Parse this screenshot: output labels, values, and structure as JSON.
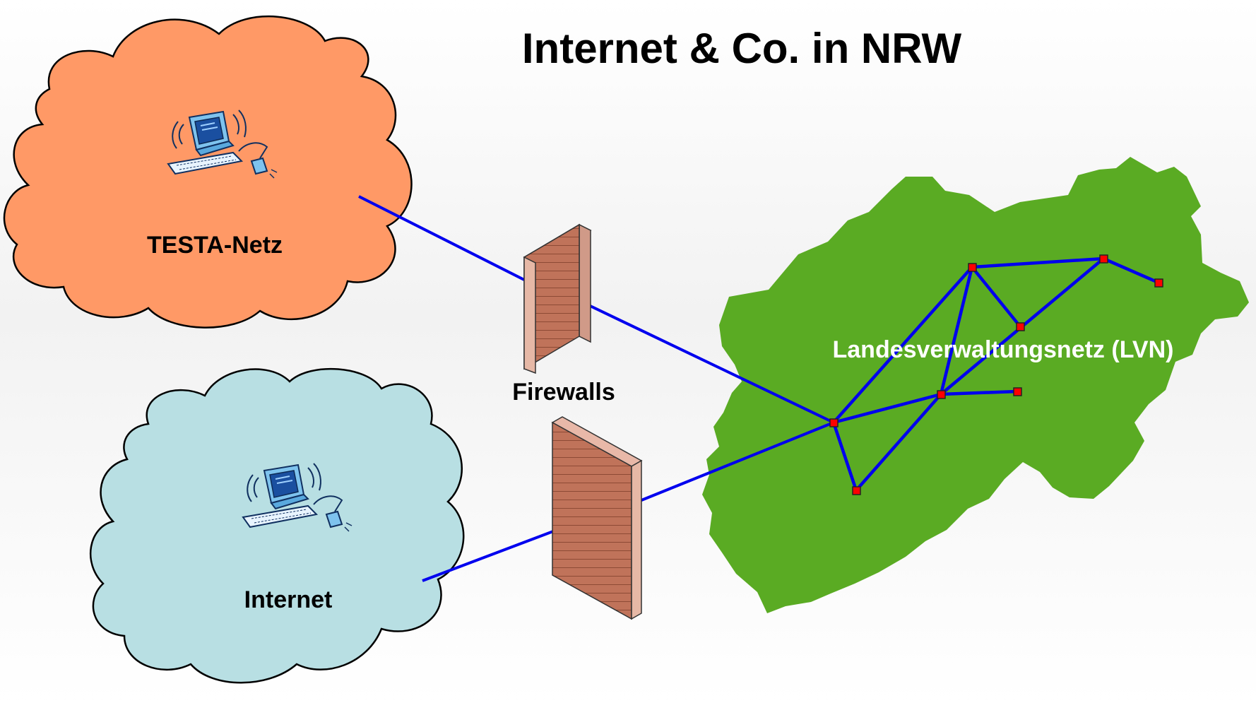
{
  "title": "Internet & Co. in NRW",
  "clouds": {
    "testa": {
      "label": "TESTA-Netz",
      "color": "#ff9966"
    },
    "internet": {
      "label": "Internet",
      "color": "#b8dfe3"
    }
  },
  "firewalls": {
    "label": "Firewalls",
    "color": "#c0735a"
  },
  "lvn": {
    "label": "Landesverwaltungsnetz (LVN)",
    "map_color": "#5aab23",
    "node_color": "#ff0000"
  },
  "link_color": "#0000ee",
  "icons": {
    "workstation": "computer-workstation-icon"
  }
}
